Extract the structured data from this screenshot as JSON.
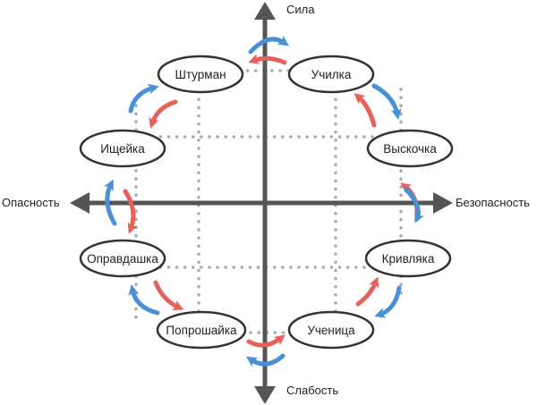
{
  "axes": {
    "top": "Сила",
    "bottom": "Слабость",
    "left": "Опасность",
    "right": "Безопасность"
  },
  "nodes": [
    {
      "id": "shturman",
      "label": "Штурман"
    },
    {
      "id": "uchilka",
      "label": "Училка"
    },
    {
      "id": "ischeyka",
      "label": "Ищейка"
    },
    {
      "id": "vyskochka",
      "label": "Выскочка"
    },
    {
      "id": "opravdashka",
      "label": "Оправдашка"
    },
    {
      "id": "krivlyaka",
      "label": "Кривляка"
    },
    {
      "id": "poproshayka",
      "label": "Попрошайка"
    },
    {
      "id": "uchenitsa",
      "label": "Ученица"
    }
  ],
  "colors": {
    "axis": "#555555",
    "grid": "#aaaaaa",
    "node_stroke": "#333333",
    "arrow_red": "#e8605a",
    "arrow_blue": "#4a90d6"
  }
}
